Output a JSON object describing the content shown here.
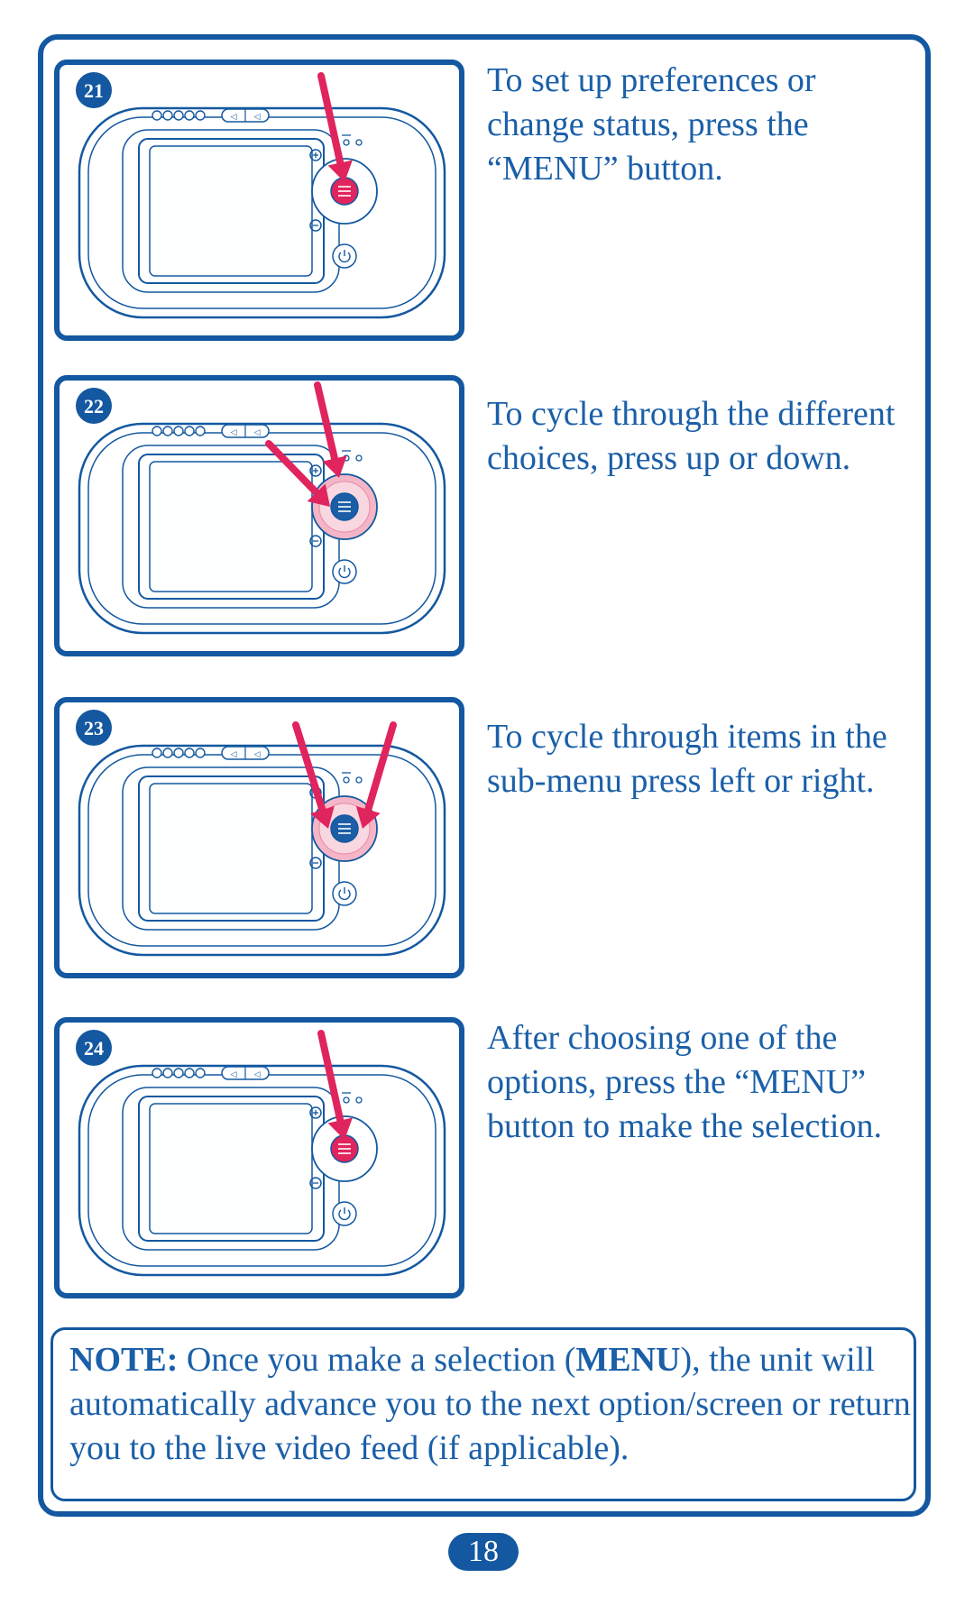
{
  "steps": [
    {
      "number": "21",
      "text": "To set up preferences or change status, press the “MENU” button.",
      "arrow_mode": "menu"
    },
    {
      "number": "22",
      "text": "To cycle through the different choices, press up or down.",
      "arrow_mode": "updown"
    },
    {
      "number": "23",
      "text": "To cycle through items in the sub-menu press left or right.",
      "arrow_mode": "leftright"
    },
    {
      "number": "24",
      "text": "After choosing one of the options, press the “MENU” button to make the selection.",
      "arrow_mode": "menu"
    }
  ],
  "note": {
    "label": "NOTE:",
    "text_1": " Once you make a selection (",
    "emphasis": "MENU",
    "text_2": "), the unit will automatically advance you to the next option/screen or return you to the live video feed (if applicable)."
  },
  "page_number": "18",
  "colors": {
    "border": "#1358a0",
    "text": "#1a5fa8",
    "arrow": "#e0245e",
    "highlight": "#f4b6c6"
  },
  "icons": [
    "menu-button-icon",
    "zoom-in-icon",
    "zoom-out-icon",
    "power-icon",
    "speaker-icon",
    "indicator-lights-icon"
  ]
}
